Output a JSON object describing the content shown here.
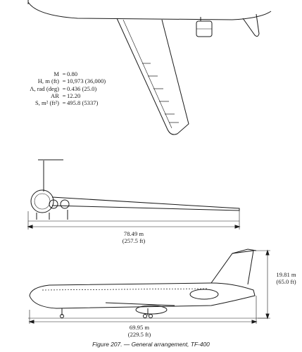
{
  "parameters": [
    {
      "key": "M",
      "value": "0.80"
    },
    {
      "key": "H, m (ft)",
      "value": "10,973 (36,000)"
    },
    {
      "key": "Λ, rad (deg)",
      "value": "0.436 (25.0)"
    },
    {
      "key": "AR",
      "value": "12.20"
    },
    {
      "key": "S, m² (ft²)",
      "value": "495.8 (5337)"
    }
  ],
  "dimensions": {
    "front_span_m": "78.49 m",
    "front_span_ft": "(257.5 ft)",
    "side_length_m": "69.95 m",
    "side_length_ft": "(229.5 ft)",
    "side_height_m": "19.81 m",
    "side_height_ft": "(65.0 ft)"
  },
  "caption": "Figure 207. — General arrangement, TF-400"
}
